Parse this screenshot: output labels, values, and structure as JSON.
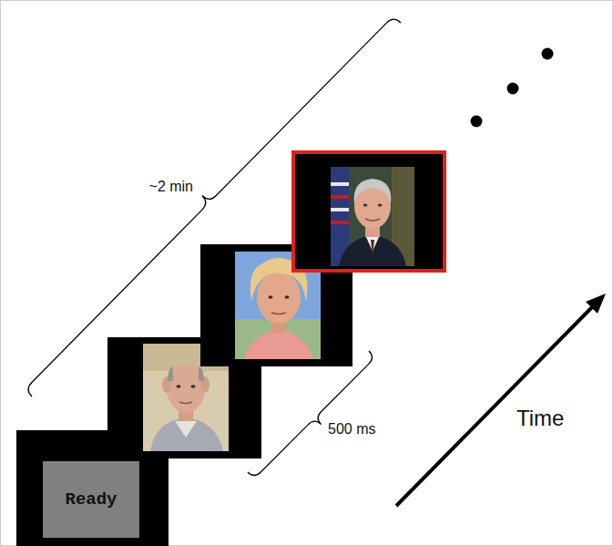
{
  "diagram": {
    "nodes": [
      {
        "text": [
          "Ready"
        ]
      }
    ],
    "labels": [
      "~2 min",
      "500 ms",
      "Time"
    ]
  }
}
